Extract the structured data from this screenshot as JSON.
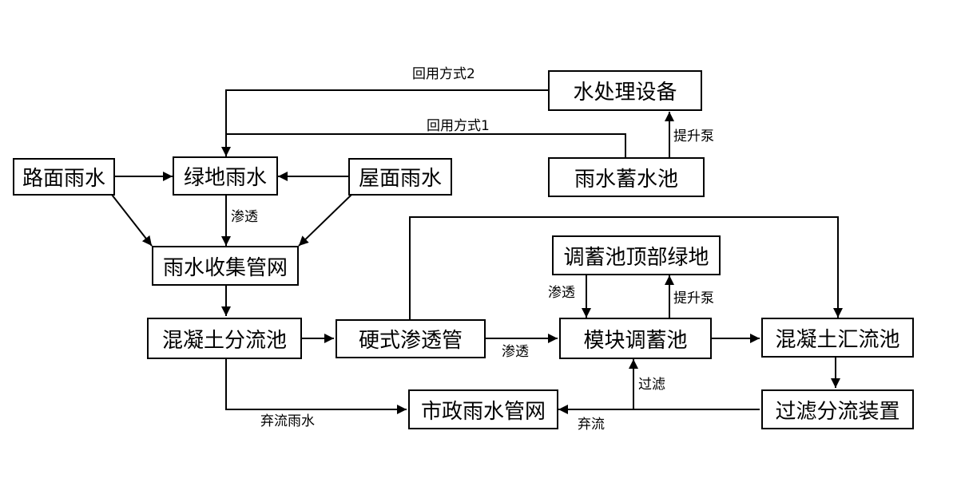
{
  "nodes": {
    "road_rainwater": "路面雨水",
    "green_rainwater": "绿地雨水",
    "roof_rainwater": "屋面雨水",
    "collection_network": "雨水收集管网",
    "concrete_diversion_tank": "混凝土分流池",
    "hard_infiltration_pipe": "硬式渗透管",
    "modular_storage_tank": "模块调蓄池",
    "concrete_confluence_tank": "混凝土汇流池",
    "filter_diversion_device": "过滤分流装置",
    "municipal_network": "市政雨水管网",
    "storage_roof_green": "调蓄池顶部绿地",
    "rainwater_cistern": "雨水蓄水池",
    "water_treatment": "水处理设备"
  },
  "labels": {
    "reuse_mode_2": "回用方式2",
    "reuse_mode_1": "回用方式1",
    "lift_pump_top": "提升泵",
    "lift_pump_mid": "提升泵",
    "infiltration_green": "渗透",
    "infiltration_roof": "渗透",
    "infiltration_pipe": "渗透",
    "discarded_rainwater": "弃流雨水",
    "discarded": "弃流",
    "filtration": "过滤"
  }
}
